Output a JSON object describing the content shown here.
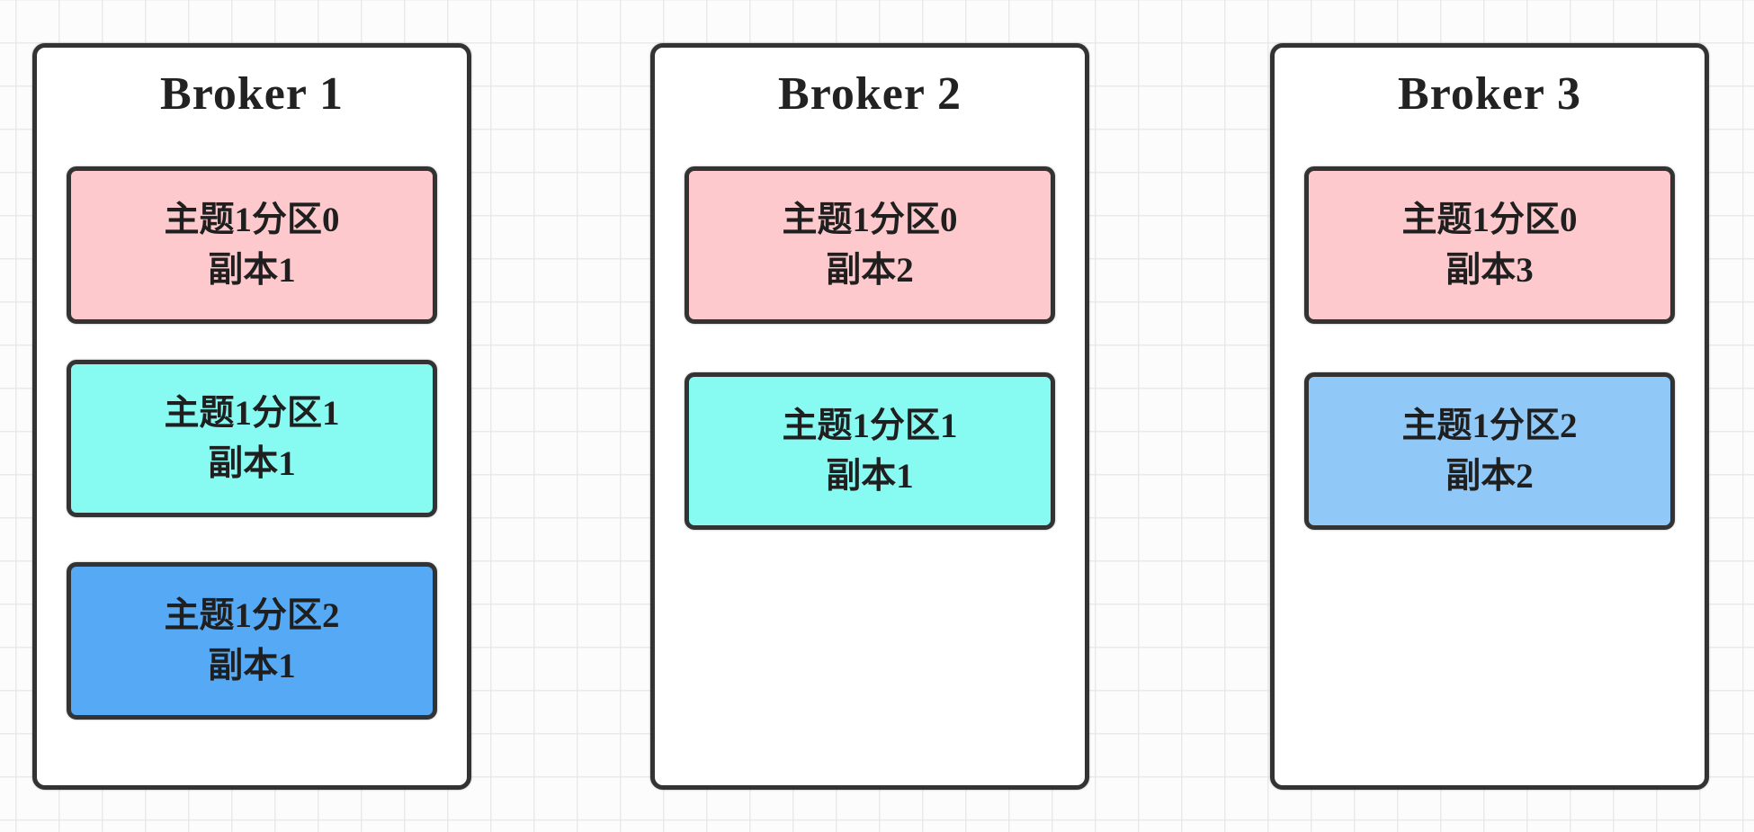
{
  "diagram": {
    "description": "Kafka broker topic-partition replica placement diagram",
    "colors": {
      "canvas_bg": "#fcfcfc",
      "grid_line": "#eaeaea",
      "box_bg": "#ffffff",
      "border": "#333333",
      "text": "#1f1f1f",
      "pink": "#fdc9cc",
      "cyan": "#87faf2",
      "blue": "#55a9f5",
      "lightblue": "#90c8f8"
    },
    "brokers": [
      {
        "title": "Broker 1",
        "partitions": [
          {
            "line1": "主题1分区0",
            "line2": "副本1",
            "fill": "#fdc9cc"
          },
          {
            "line1": "主题1分区1",
            "line2": "副本1",
            "fill": "#87faf2"
          },
          {
            "line1": "主题1分区2",
            "line2": "副本1",
            "fill": "#55a9f5"
          }
        ]
      },
      {
        "title": "Broker 2",
        "partitions": [
          {
            "line1": "主题1分区0",
            "line2": "副本2",
            "fill": "#fdc9cc"
          },
          {
            "line1": "主题1分区1",
            "line2": "副本1",
            "fill": "#87faf2"
          }
        ]
      },
      {
        "title": "Broker 3",
        "partitions": [
          {
            "line1": "主题1分区0",
            "line2": "副本3",
            "fill": "#fdc9cc"
          },
          {
            "line1": "主题1分区2",
            "line2": "副本2",
            "fill": "#90c8f8"
          }
        ]
      }
    ]
  }
}
